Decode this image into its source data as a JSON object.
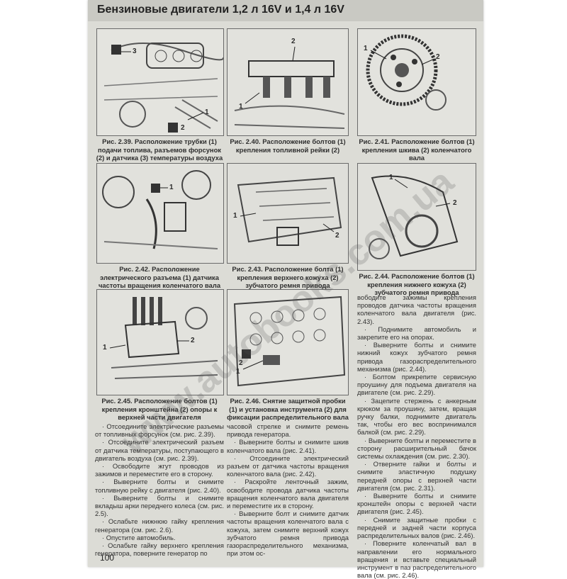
{
  "header": {
    "title": "Бензиновые двигатели 1,2 л 16V и 1,4 л 16V"
  },
  "figures": [
    {
      "id": "2.39",
      "caption": "Рис. 2.39. Расположение трубки (1) подачи топлива, разъемов форсунок (2) и датчика (3) температуры воздуха",
      "labels": [
        "1",
        "2",
        "3"
      ]
    },
    {
      "id": "2.40",
      "caption": "Рис. 2.40. Расположение болтов (1) крепления топливной рейки (2)",
      "labels": [
        "1",
        "2"
      ]
    },
    {
      "id": "2.41",
      "caption": "Рис. 2.41. Расположение болтов (1) крепления шкива (2) коленчатого вала",
      "labels": [
        "1",
        "2"
      ]
    },
    {
      "id": "2.42",
      "caption": "Рис. 2.42. Расположение электрического разъема (1) датчика частоты вращения коленчатого вала",
      "labels": [
        "1"
      ]
    },
    {
      "id": "2.43",
      "caption": "Рис. 2.43. Расположение болта (1) крепления верхнего кожуха (2) зубчатого ремня привода",
      "labels": [
        "1",
        "2"
      ]
    },
    {
      "id": "2.44",
      "caption": "Рис. 2.44. Расположение болтов (1) крепления нижнего кожуха (2) зубчатого ремня привода",
      "labels": [
        "1",
        "2"
      ]
    },
    {
      "id": "2.45",
      "caption": "Рис. 2.45. Расположение болтов (1) крепления кронштейна (2) опоры к верхней части двигателя",
      "labels": [
        "1",
        "2"
      ]
    },
    {
      "id": "2.46",
      "caption": "Рис. 2.46. Снятие защитной пробки (1) и установка инструмента (2) для фиксации распределительного вала",
      "labels": [
        "1",
        "2"
      ]
    }
  ],
  "columns": {
    "left": [
      "· Отсоедините электрические разъемы от топливных форсунок (см. рис. 2.39).",
      "· Отсоедините электрический разъем от датчика температуры, поступающего в двигатель воздуха (см. рис. 2.39).",
      "· Освободите жгут проводов из зажимов и переместите его в сторону.",
      "· Выверните болты и снимите топливную рейку с двигателя (рис. 2.40).",
      "· Выверните болты и снимите вкладыш арки переднего колеса (см. рис. 2.5).",
      "· Ослабьте нижнюю гайку крепления генератора (см. рис. 2.6).",
      "· Опустите автомобиль.",
      "· Ослабьте гайку верхнего крепления генератора, поверните генератор по"
    ],
    "middle": [
      "часовой стрелке и снимите ремень привода генератора.",
      "· Выверните болты и снимите шкив коленчатого вала (рис. 2.41).",
      "· Отсоедините электрический разъем от датчика частоты вращения коленчатого вала (рис. 2.42).",
      "· Раскройте ленточный зажим, освободите провода датчика частоты вращения коленчатого вала двигателя и переместите их в сторону.",
      "· Выверните болт и снимите датчик частоты вращения коленчатого вала с кожуха, затем снимите верхний кожух зубчатого ремня привода газораспределительного механизма, при этом ос-"
    ],
    "right": [
      "вободите зажимы крепления проводов датчика частоты вращения коленчатого вала двигателя (рис. 2.43).",
      "· Поднимите автомобиль и закрепите его на опорах.",
      "· Выверните болты и снимите нижний кожух зубчатого ремня привода газораспределительного механизма (рис. 2.44).",
      "· Болтом прикрепите сервисную проушину для подъема двигателя на двигателе (см. рис. 2.29).",
      "· Зацепите стержень с анкерным крюком за проушину, затем, вращая ручку балки, поднимите двигатель так, чтобы его вес воспринимался балкой (см. рис. 2.29).",
      "· Выверните болты и переместите в сторону расширительный бачок системы охлаждения (см. рис. 2.30).",
      "· Отверните гайки и болты и снимите эластичную подушку передней опоры с верхней части двигателя (см. рис. 2.31).",
      "· Выверните болты и снимите кронштейн опоры с верхней части двигателя (рис. 2.45).",
      "· Снимите защитные пробки с передней и задней части корпуса распределительных валов (рис. 2.46).",
      "· Поверните коленчатый вал в направлении его нормального вращения и вставьте специальный инструмент в паз распределительного вала (см. рис. 2.46)."
    ]
  },
  "footer": {
    "page_number": "100"
  },
  "watermark": {
    "text": "www.autobooks.com.ua"
  }
}
